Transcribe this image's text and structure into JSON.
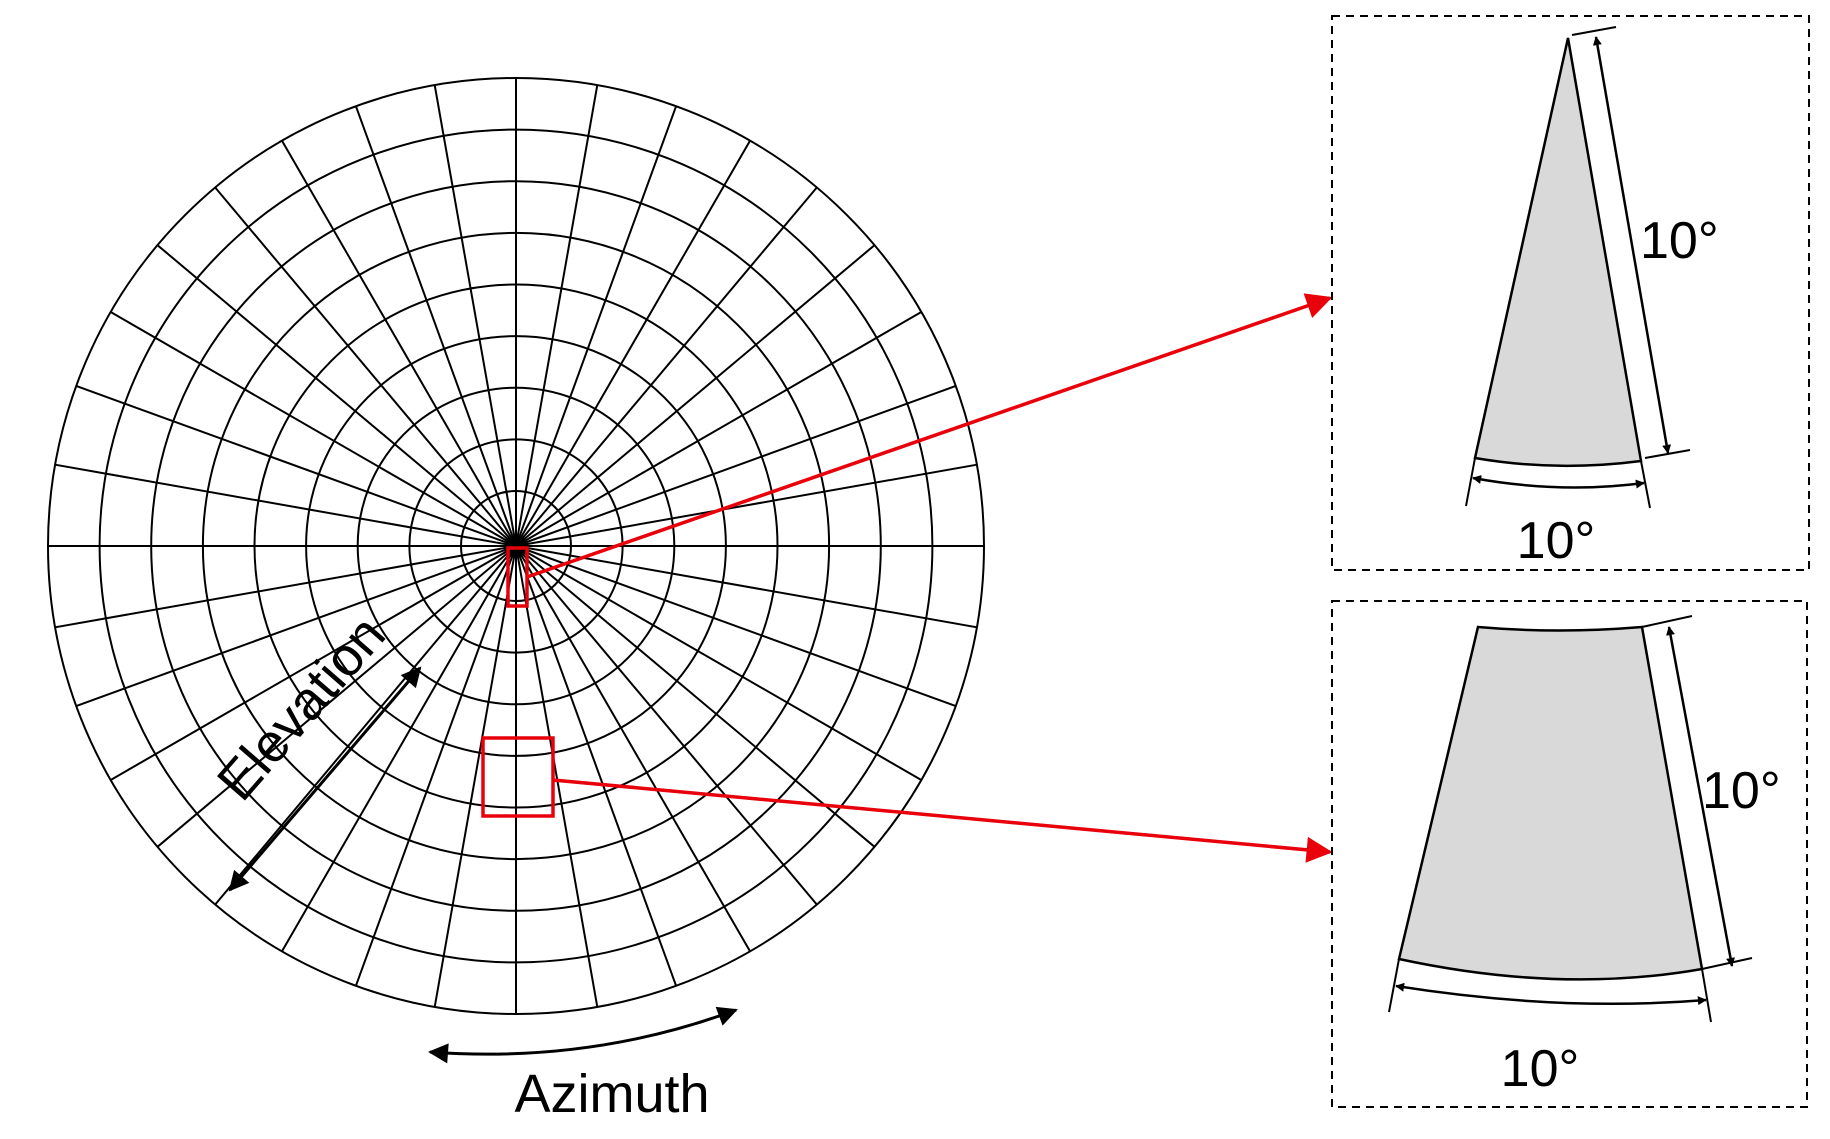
{
  "colors": {
    "line": "#000000",
    "highlight": "#e8000b",
    "cell_fill": "#d9d9d9",
    "background": "#ffffff"
  },
  "grid": {
    "azimuth_step_deg": 10,
    "elevation_step_deg": 10,
    "elevation_rings": 9
  },
  "labels": {
    "azimuth": "Azimuth",
    "elevation": "Elevation"
  },
  "insets": {
    "top": {
      "height_label": "10°",
      "width_label": "10°"
    },
    "bottom": {
      "height_label": "10°",
      "width_label": "10°"
    }
  }
}
